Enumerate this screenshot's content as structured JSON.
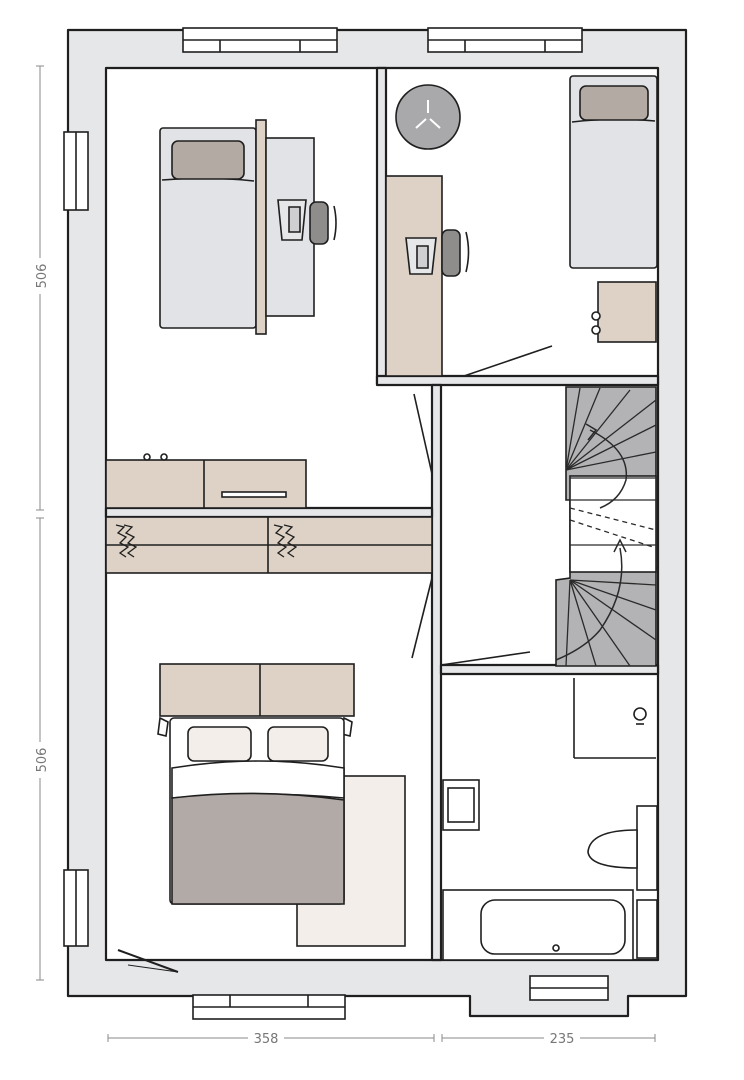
{
  "dimensions": {
    "left_upper": "506",
    "left_lower": "506",
    "bottom_left": "358",
    "bottom_right": "235"
  },
  "colors": {
    "wall": "#e6e7e9",
    "outline": "#1f1f1f",
    "wood": "#ddd2c5",
    "bed_linen": "#e2e3e6",
    "pillow": "#b3aaa4",
    "duvet": "#b1aaa6",
    "rug": "#f3eeea",
    "stair": "#b3b3b5",
    "chair": "#8f8c8c",
    "lamp": "#a9a9ab",
    "dim": "#8a8a8a"
  }
}
